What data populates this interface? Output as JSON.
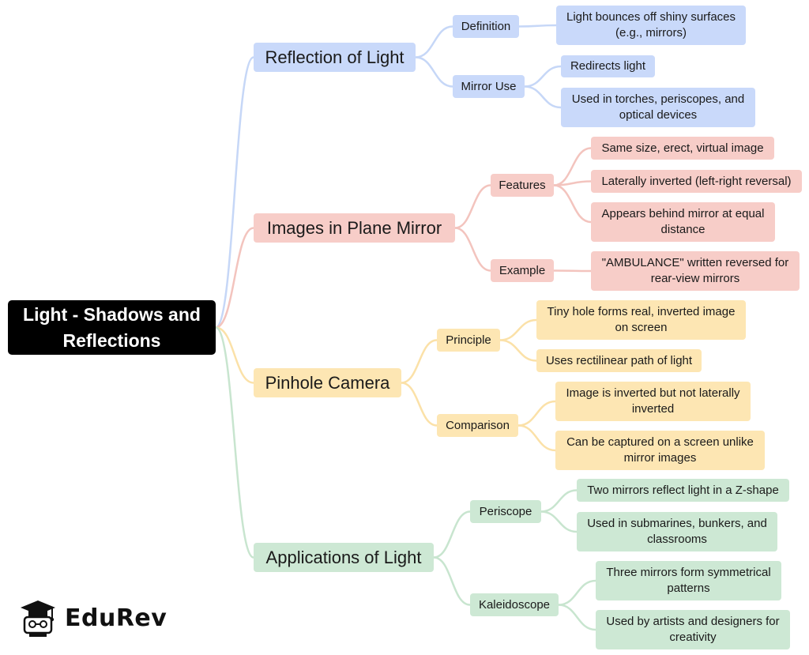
{
  "mindmap": {
    "root": {
      "id": "root",
      "label": "Light - Shadows and\nReflections"
    },
    "colors": {
      "blue": "#c9d9fa",
      "red": "#f7cdc8",
      "yellow": "#fde6b3",
      "green": "#cde8d4",
      "root_bg": "#000000"
    },
    "branches": [
      {
        "id": "reflection",
        "label": "Reflection of Light",
        "color": "blue",
        "children": [
          {
            "id": "definition",
            "label": "Definition",
            "children": [
              {
                "id": "def-leaf",
                "label": "Light bounces off shiny surfaces\n(e.g., mirrors)"
              }
            ]
          },
          {
            "id": "mirror-use",
            "label": "Mirror Use",
            "children": [
              {
                "id": "redirect-leaf",
                "label": "Redirects light"
              },
              {
                "id": "torches-leaf",
                "label": "Used in torches, periscopes, and\noptical devices"
              }
            ]
          }
        ]
      },
      {
        "id": "plane-mirror",
        "label": "Images in Plane Mirror",
        "color": "red",
        "children": [
          {
            "id": "features",
            "label": "Features",
            "children": [
              {
                "id": "same-size-leaf",
                "label": "Same size, erect, virtual image"
              },
              {
                "id": "lateral-leaf",
                "label": "Laterally inverted (left-right reversal)"
              },
              {
                "id": "behind-leaf",
                "label": "Appears behind mirror at equal\ndistance"
              }
            ]
          },
          {
            "id": "example",
            "label": "Example",
            "children": [
              {
                "id": "ambulance-leaf",
                "label": "\"AMBULANCE\" written reversed for\nrear-view mirrors"
              }
            ]
          }
        ]
      },
      {
        "id": "pinhole",
        "label": "Pinhole Camera",
        "color": "yellow",
        "children": [
          {
            "id": "principle",
            "label": "Principle",
            "children": [
              {
                "id": "tiny-hole-leaf",
                "label": "Tiny hole forms real, inverted image\non screen"
              },
              {
                "id": "rectilinear-leaf",
                "label": "Uses rectilinear path of light"
              }
            ]
          },
          {
            "id": "comparison",
            "label": "Comparison",
            "children": [
              {
                "id": "inverted-leaf",
                "label": "Image is inverted but not laterally\ninverted"
              },
              {
                "id": "captured-leaf",
                "label": "Can be captured on a screen unlike\nmirror images"
              }
            ]
          }
        ]
      },
      {
        "id": "applications",
        "label": "Applications of Light",
        "color": "green",
        "children": [
          {
            "id": "periscope",
            "label": "Periscope",
            "children": [
              {
                "id": "two-mirrors-leaf",
                "label": "Two mirrors reflect light in a Z-shape"
              },
              {
                "id": "submarines-leaf",
                "label": "Used in submarines, bunkers, and\nclassrooms"
              }
            ]
          },
          {
            "id": "kaleidoscope",
            "label": "Kaleidoscope",
            "children": [
              {
                "id": "three-mirrors-leaf",
                "label": "Three mirrors form symmetrical\npatterns"
              },
              {
                "id": "artists-leaf",
                "label": "Used by artists and designers for\ncreativity"
              }
            ]
          }
        ]
      }
    ]
  },
  "logo": {
    "text": "EduRev",
    "icon": "graduation-cap-student-icon"
  }
}
